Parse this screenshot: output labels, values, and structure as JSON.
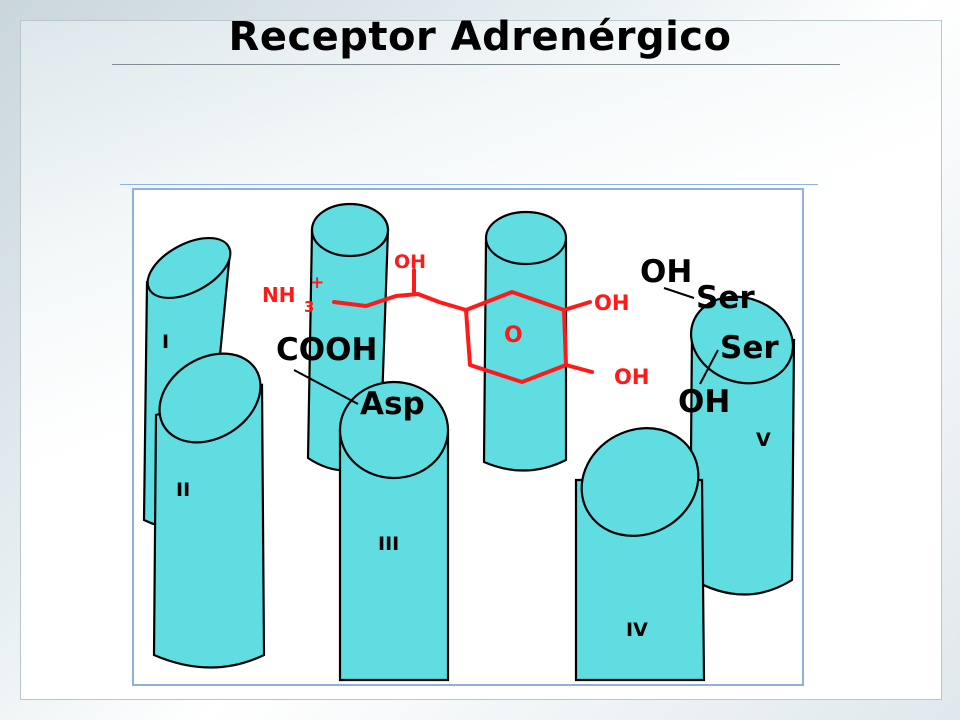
{
  "title": "Receptor Adrenérgico",
  "helices": {
    "h1": "I",
    "h2": "II",
    "h3": "III",
    "h4": "IV",
    "h5": "V"
  },
  "residues": {
    "cooh": "COOH",
    "asp": "Asp",
    "ser_top": "Ser",
    "ser_bottom": "Ser",
    "oh_top": "OH",
    "oh_bottom": "OH"
  },
  "ligand": {
    "amine": "NH",
    "amine_sub": "3",
    "amine_charge": "+",
    "side_oh": "OH",
    "ring_o": "O",
    "ring_oh1": "OH",
    "ring_oh2": "OH"
  },
  "colors": {
    "helix": "#5fdde0",
    "ligand": "#ff1a1a"
  }
}
